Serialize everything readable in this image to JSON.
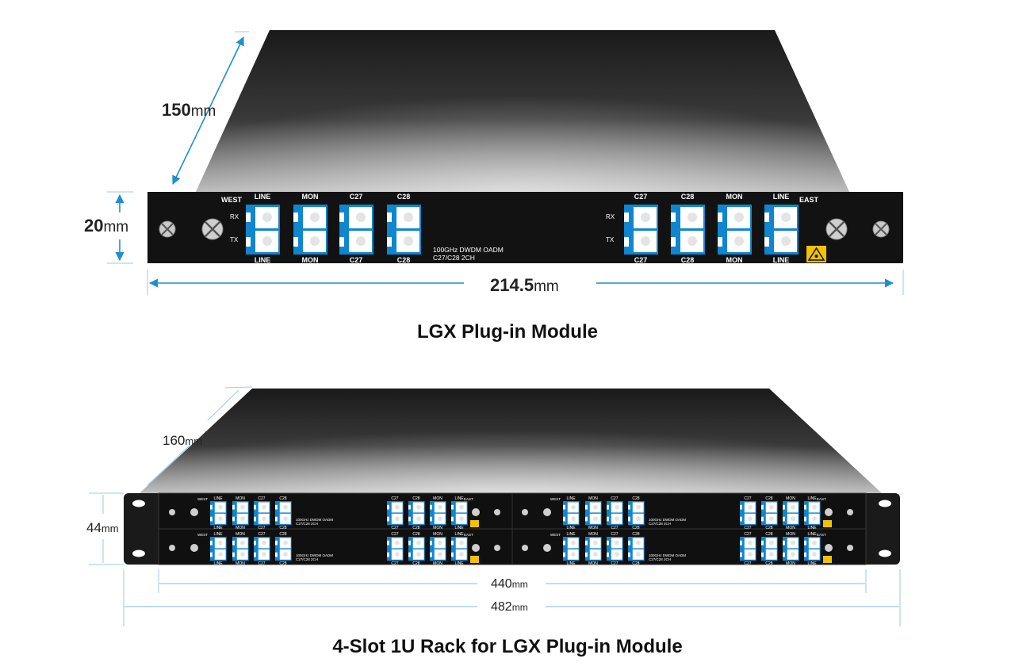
{
  "colors": {
    "accent": "#1b8fd2",
    "panel": "#121212",
    "port_blue": "#0f86cf",
    "warning": "#f2c200"
  },
  "module": {
    "caption": "LGX Plug-in Module",
    "depth": {
      "value": "150",
      "unit": "mm"
    },
    "height": {
      "value": "20",
      "unit": "mm"
    },
    "width": {
      "value": "214.5",
      "unit": "mm"
    },
    "west_label": "WEST",
    "east_label": "EAST",
    "rx_label": "RX",
    "tx_label": "TX",
    "model_line1": "100GHz DWDM OADM",
    "model_line2": "C27/C28 2CH",
    "left_ports": [
      {
        "top": "LINE",
        "bottom": "LINE"
      },
      {
        "top": "MON",
        "bottom": "MON"
      },
      {
        "top": "C27",
        "bottom": "C27"
      },
      {
        "top": "C28",
        "bottom": "C28"
      }
    ],
    "right_ports": [
      {
        "top": "C27",
        "bottom": "C27"
      },
      {
        "top": "C28",
        "bottom": "C28"
      },
      {
        "top": "MON",
        "bottom": "MON"
      },
      {
        "top": "LINE",
        "bottom": "LINE"
      }
    ]
  },
  "rack": {
    "caption": "4-Slot 1U Rack for LGX Plug-in Module",
    "depth": {
      "value": "160",
      "unit": "mm"
    },
    "height": {
      "value": "44",
      "unit": "mm"
    },
    "inner_width": {
      "value": "440",
      "unit": "mm"
    },
    "outer_width": {
      "value": "482",
      "unit": "mm"
    }
  }
}
